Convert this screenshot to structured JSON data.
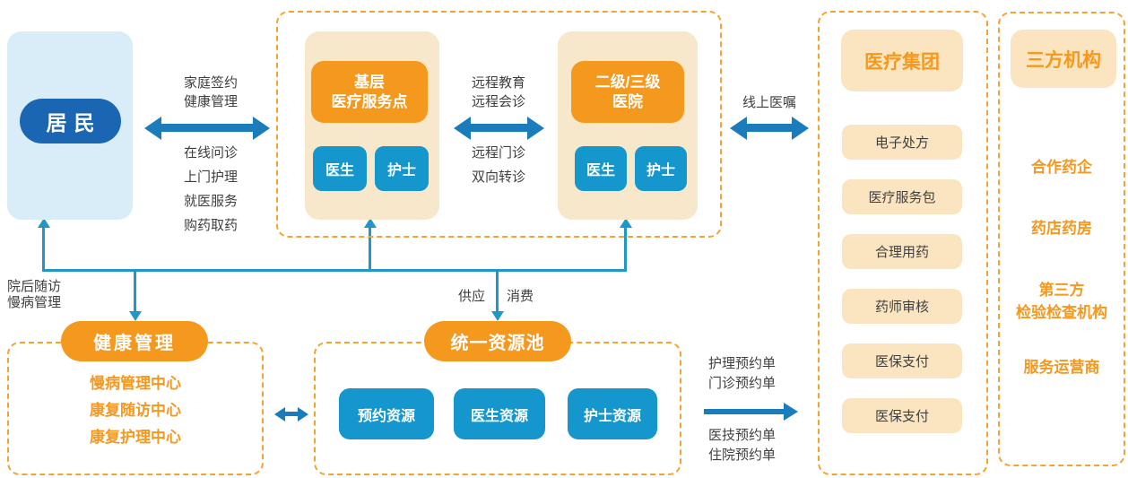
{
  "colors": {
    "orange": "#F5991E",
    "tan_fill": "#FBE5C1",
    "group_tan": "#F7E7CB",
    "dashed_border": "#F5A32F",
    "dark_blue": "#1B66B3",
    "light_blue": "#D9EDF9",
    "cyan": "#1596CC",
    "arrow_blue": "#1B7CBB",
    "line_blue": "#2196C8",
    "text_dark": "#3F3F3F"
  },
  "resident": {
    "label": "居民"
  },
  "network": {
    "primary": {
      "title_line1": "基层",
      "title_line2": "医疗服务点",
      "doctor": "医生",
      "nurse": "护士"
    },
    "hospital": {
      "title_line1": "二级/三级",
      "title_line2": "医院",
      "doctor": "医生",
      "nurse": "护士"
    }
  },
  "labels": {
    "family_sign": {
      "l1": "家庭签约",
      "l2": "健康管理"
    },
    "online_service": {
      "l1": "在线问诊",
      "l2": "上门护理",
      "l3": "就医服务",
      "l4": "购药取药"
    },
    "remote_edu": {
      "l1": "远程教育",
      "l2": "远程会诊"
    },
    "remote_clinic": {
      "l1": "远程门诊",
      "l2": "双向转诊"
    },
    "online_order": "线上医嘱",
    "post_hospital": {
      "l1": "院后随访",
      "l2": "慢病管理"
    },
    "supply": "供应",
    "consume": "消费",
    "booking_top": {
      "l1": "护理预约单",
      "l2": "门诊预约单"
    },
    "booking_bottom": {
      "l1": "医技预约单",
      "l2": "住院预约单"
    }
  },
  "medical_group": {
    "title": "医疗集团",
    "items": [
      "电子处方",
      "医疗服务包",
      "合理用药",
      "药师审核",
      "医保支付",
      "医保支付"
    ]
  },
  "third_party": {
    "title": "三方机构",
    "item1": "合作药企",
    "item2": "药店药房",
    "item3_l1": "第三方",
    "item3_l2": "检验检查机构",
    "item4": "服务运营商"
  },
  "health_mgmt": {
    "title": "健康管理",
    "items": [
      "慢病管理中心",
      "康复随访中心",
      "康复护理中心"
    ]
  },
  "resource_pool": {
    "title": "统一资源池",
    "items": [
      "预约资源",
      "医生资源",
      "护士资源"
    ]
  }
}
